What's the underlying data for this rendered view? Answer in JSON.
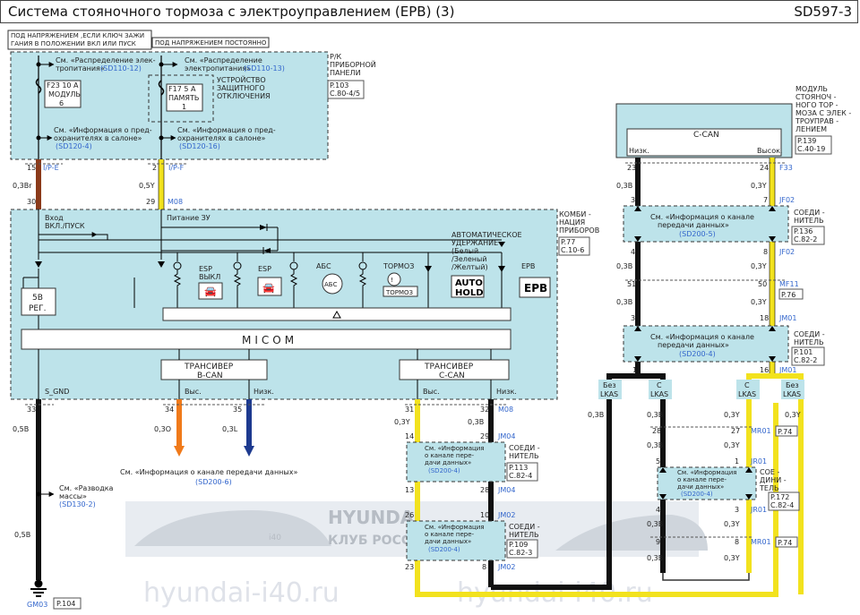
{
  "header": {
    "title": "Система  стояночного тормоза  с электроуправлением (EPB) (3)",
    "code": "SD597-3"
  },
  "notes": {
    "ign_on": [
      "ПОД НАПРЯЖЕНИЕМ    ,ЕСЛИ КЛЮЧ ЗАЖИ",
      "ГАНИЯ В ПОЛОЖЕНИИ  ВКЛ ИЛИ ПУСК"
    ],
    "const_on": "ПОД НАПРЯЖЕНИЕМ    ПОСТОЯННО"
  },
  "fuse_panel": {
    "name": [
      "Р/К",
      "ПРИБОРНОЙ",
      "ПАНЕЛИ"
    ],
    "ref": [
      "P.103",
      "C.80-4/5"
    ],
    "dist1": [
      "См. «Распределение элек-",
      "тропитания»",
      "(SD110-12)"
    ],
    "dist2": [
      "См. «Распределение",
      "электропитания»",
      "(SD110-13)"
    ],
    "fuse1": [
      "F23 10 A",
      "МОДУЛЬ",
      "6"
    ],
    "fuse2": [
      "F17 5 A",
      "ПАМЯТЬ",
      "1"
    ],
    "protect": [
      "УСТРОЙСТВО",
      "ЗАЩИТНОГО",
      "ОТКЛЮЧЕНИЯ"
    ],
    "info1": [
      "См. «Информация о пред-",
      "охранителях в салоне»",
      "(SD120-4)"
    ],
    "info2": [
      "См. «Информация о пред-",
      "охранителях в салоне»",
      "(SD120-16)"
    ]
  },
  "wires_top": {
    "p15": "15",
    "c_ipe": "I/P-E",
    "g1": "0,3Br",
    "p30": "30",
    "p2": "2",
    "c_ipf": "I/P-F",
    "g2": "0,5Y",
    "p29": "29",
    "c_m08": "M08"
  },
  "cluster": {
    "name": [
      "КОМБИ -",
      "НАЦИЯ",
      "ПРИБОРОВ"
    ],
    "ref": [
      "P.77",
      "C.10-6"
    ],
    "input_ign": [
      "Вход",
      "ВКЛ./ПУСК"
    ],
    "input_bat": "Питание ЗУ",
    "reg": [
      "5В",
      "РЕГ."
    ],
    "esp_off": [
      "ESP",
      "ВЫКЛ"
    ],
    "esp": "ESP",
    "abs": "АБС",
    "brake": "ТОРМОЗ",
    "brake_icon": "ТОРМОЗ",
    "abs_icon": "АБС",
    "auto_hold_text": [
      "АВТОМАТИЧЕСКОЕ",
      "УДЕРЖАНИЕ",
      "(Белый",
      "/Зеленый",
      "/Желтый)"
    ],
    "auto_hold_icon": [
      "AUTO",
      "HOLD"
    ],
    "epb_label": "EPB",
    "epb_icon": "EPB",
    "micom": "MICOM",
    "bcan": [
      "ТРАНСИВЕР",
      "B-CAN"
    ],
    "ccan": [
      "ТРАНСИВЕР",
      "C-CAN"
    ],
    "sgnd": "S_GND",
    "b_hi": "Выс.",
    "b_lo": "Низк.",
    "c_hi": "Выс.",
    "c_lo": "Низк."
  },
  "lower_left": {
    "p33": "33",
    "g33": "0,5B",
    "p34": "34",
    "g34": "0,3O",
    "p35": "35",
    "g35": "0,3L",
    "bcan_info": [
      "См. «Информация о канале передачи данных»",
      "(SD200-6)"
    ],
    "ground_info": [
      "См. «Разводка",
      "массы»",
      "(SD130-2)"
    ],
    "g_low": "0,5B",
    "gnd": "GM03",
    "gnd_ref": "P.104"
  },
  "mid_can": {
    "p31": "31",
    "g31": "0,3Y",
    "p32": "32",
    "g32": "0,3B",
    "c_m08": "M08",
    "p14": "14",
    "p29": "29",
    "c_jm04a": "JM04",
    "info": [
      "См. «Информация",
      "о канале пере-",
      "дачи данных»",
      "(SD200-4)"
    ],
    "conn": [
      "СОЕДИ -",
      "НИТЕЛЬ"
    ],
    "ref1": [
      "P.113",
      "C.82-4"
    ],
    "p13": "13",
    "p28": "28",
    "c_jm04b": "JM04",
    "p26": "26",
    "p10": "10",
    "c_jm02a": "JM02",
    "info2": [
      "См. «Информация",
      "о канале пере-",
      "дачи данных»",
      "(SD200-4)"
    ],
    "conn2": [
      "СОЕДИ -",
      "НИТЕЛЬ"
    ],
    "ref2": [
      "P.109",
      "C.82-3"
    ],
    "p23": "23",
    "p8": "8",
    "c_jm02b": "JM02"
  },
  "epb_module": {
    "name": [
      "МОДУЛЬ",
      "СТОЯНОЧ -",
      "НОГО ТОР -",
      "МОЗА  С ЭЛЕК -",
      "ТРОУПРАВ -",
      "ЛЕНИЕМ"
    ],
    "ref": [
      "P.139",
      "C.40-19"
    ],
    "ccan": "C-CAN",
    "lo": "Низк.",
    "hi": "Высок."
  },
  "right_chain": {
    "p23": "23",
    "p24": "24",
    "c_f33": "F33",
    "g1": "0,3B",
    "g2": "0,3Y",
    "p3a": "3",
    "p7": "7",
    "c_jf02a": "JF02",
    "info1": [
      "См. «Информация о канале",
      "передачи данных»",
      "(SD200-5)"
    ],
    "conn1": [
      "СОЕДИ -",
      "НИТЕЛЬ"
    ],
    "ref1": [
      "P.136",
      "C.82-2"
    ],
    "p4": "4",
    "p8": "8",
    "c_jf02b": "JF02",
    "g3": "0,3B",
    "g4": "0,3Y",
    "p51": "51",
    "p50": "50",
    "c_mf11": "MF11",
    "ref_mf11": "P.76",
    "g5": "0,3B",
    "g6": "0,3Y",
    "p3b": "3",
    "p18": "18",
    "c_jm01a": "JM01",
    "info2": [
      "См. «Информация о канале",
      "передачи данных»",
      "(SD200-4)"
    ],
    "conn2": [
      "СОЕДИ -",
      "НИТЕЛЬ"
    ],
    "ref2": [
      "P.101",
      "C.82-2"
    ],
    "p1": "1",
    "p16": "16",
    "c_jm01b": "JM01"
  },
  "lkas": {
    "no1": [
      "Без",
      "LKAS"
    ],
    "with1": [
      "С",
      "LKAS"
    ],
    "with2": [
      "С",
      "LKAS"
    ],
    "no2": [
      "Без",
      "LKAS"
    ],
    "g_a": "0,3B",
    "g_b": "0,3B",
    "g_c": "0,3Y",
    "g_d": "0,3Y",
    "p28": "28",
    "p27": "27",
    "c_mr01a": "MR01",
    "ref_mr01a": "P.74",
    "g_e": "0,3B",
    "g_f": "0,3Y",
    "p5": "5",
    "p1": "1",
    "c_jr01a": "JR01",
    "info": [
      "См. «Информация",
      "о канале пере-",
      "дачи данных»",
      "(SD200-4)"
    ],
    "conn": [
      "СОЕ -",
      "ДИНИ -",
      "ТЕЛЬ"
    ],
    "ref": [
      "P.172",
      "C.82-4"
    ],
    "p4": "4",
    "p3": "3",
    "c_jr01b": "JR01",
    "g_g": "0,3B",
    "g_h": "0,3Y",
    "p9": "9",
    "p8": "8",
    "c_mr01b": "MR01",
    "ref_mr01b": "P.74",
    "g_i": "0,3B",
    "g_j": "0,3Y"
  },
  "watermark": {
    "site": "hyundai-i40.ru",
    "club": "КЛУБ РОССИИ",
    "brand": "HYUNDAI",
    "car": "i40"
  }
}
